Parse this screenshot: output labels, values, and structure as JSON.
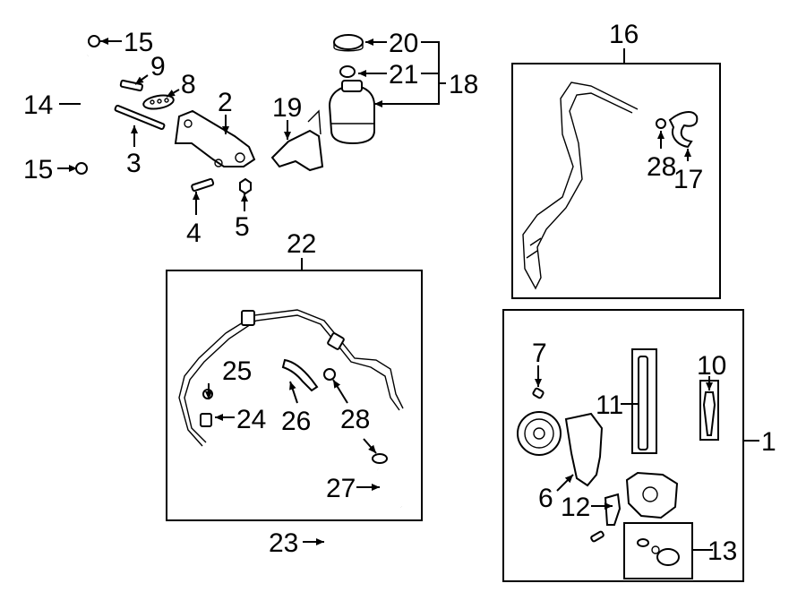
{
  "callouts": {
    "c1": "1",
    "c2": "2",
    "c3": "3",
    "c4": "4",
    "c5": "5",
    "c6": "6",
    "c7": "7",
    "c8": "8",
    "c9": "9",
    "c10": "10",
    "c11": "11",
    "c12": "12",
    "c13": "13",
    "c14": "14",
    "c15a": "15",
    "c15b": "15",
    "c16": "16",
    "c17": "17",
    "c18": "18",
    "c19": "19",
    "c20": "20",
    "c21": "21",
    "c22": "22",
    "c23": "23",
    "c24": "24",
    "c25": "25",
    "c26": "26",
    "c27": "27",
    "c28a": "28",
    "c28b": "28"
  }
}
